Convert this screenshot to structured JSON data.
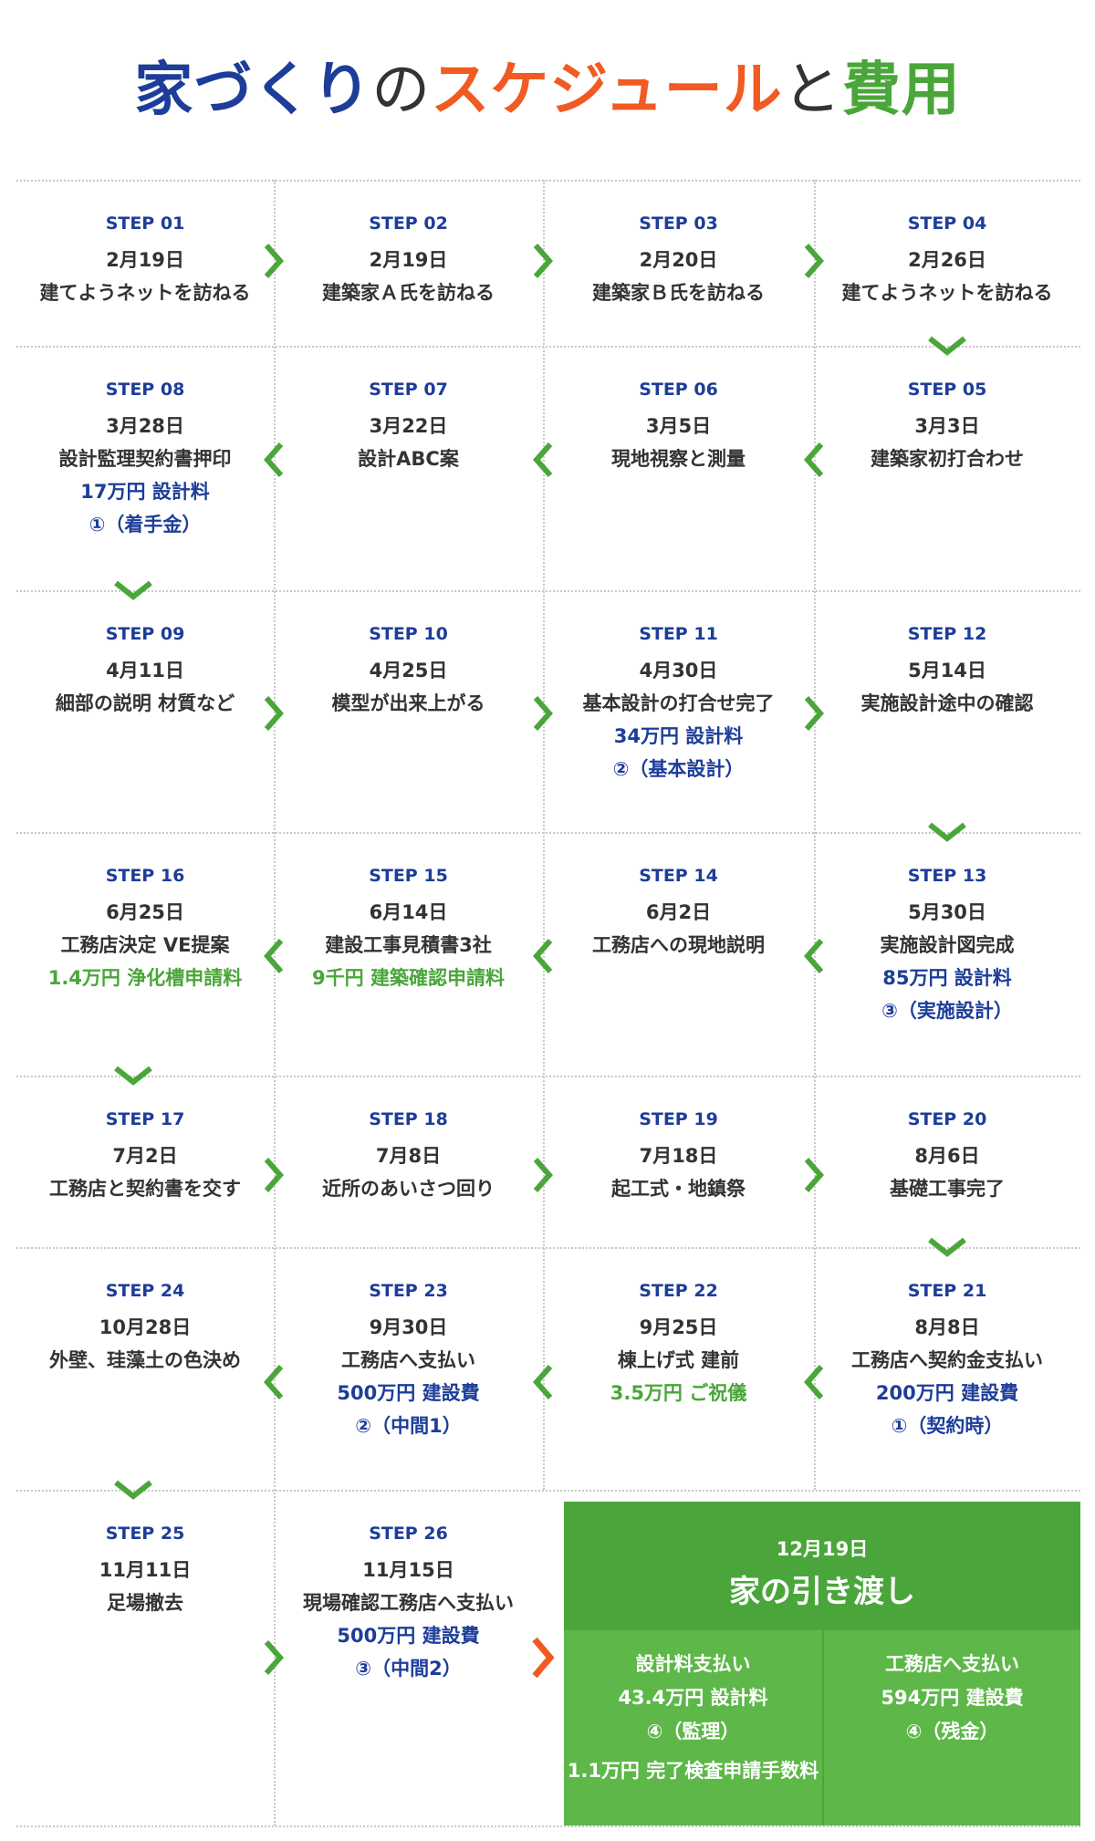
{
  "title": {
    "part1": "家づくり",
    "part2": "の",
    "part3": "スケジュール",
    "part4": "と",
    "part5": "費用"
  },
  "steps": [
    {
      "step": "STEP 01",
      "lines": [
        "2月19日",
        "建てようネットを訪ねる"
      ]
    },
    {
      "step": "STEP 02",
      "lines": [
        "2月19日",
        "建築家Ａ氏を訪ねる"
      ]
    },
    {
      "step": "STEP 03",
      "lines": [
        "2月20日",
        "建築家Ｂ氏を訪ねる"
      ]
    },
    {
      "step": "STEP 04",
      "lines": [
        "2月26日",
        "建てようネットを訪ねる"
      ]
    },
    {
      "step": "STEP 05",
      "lines": [
        "3月3日",
        "建築家初打合わせ"
      ]
    },
    {
      "step": "STEP 06",
      "lines": [
        "3月5日",
        "現地視察と測量"
      ]
    },
    {
      "step": "STEP 07",
      "lines": [
        "3月22日",
        "設計ABC案"
      ]
    },
    {
      "step": "STEP 08",
      "lines": [
        "3月28日",
        "設計監理契約書押印"
      ],
      "fee": [
        "17万円 設計料",
        "①（着手金）"
      ]
    },
    {
      "step": "STEP 09",
      "lines": [
        "4月11日",
        "細部の説明 材質など"
      ]
    },
    {
      "step": "STEP 10",
      "lines": [
        "4月25日",
        "模型が出来上がる"
      ]
    },
    {
      "step": "STEP 11",
      "lines": [
        "4月30日",
        "基本設計の打合せ完了"
      ],
      "fee": [
        "34万円 設計料",
        "②（基本設計）"
      ]
    },
    {
      "step": "STEP 12",
      "lines": [
        "5月14日",
        "実施設計途中の確認"
      ]
    },
    {
      "step": "STEP 13",
      "lines": [
        "5月30日",
        "実施設計図完成"
      ],
      "fee": [
        "85万円 設計料",
        "③（実施設計）"
      ]
    },
    {
      "step": "STEP 14",
      "lines": [
        "6月2日",
        "工務店への現地説明"
      ]
    },
    {
      "step": "STEP 15",
      "lines": [
        "6月14日",
        "建設工事見積書3社"
      ],
      "fee_green": [
        "9千円 建築確認申請料"
      ]
    },
    {
      "step": "STEP 16",
      "lines": [
        "6月25日",
        "工務店決定 VE提案"
      ],
      "fee_green": [
        "1.4万円 浄化槽申請料"
      ]
    },
    {
      "step": "STEP 17",
      "lines": [
        "7月2日",
        "工務店と契約書を交す"
      ]
    },
    {
      "step": "STEP 18",
      "lines": [
        "7月8日",
        "近所のあいさつ回り"
      ]
    },
    {
      "step": "STEP 19",
      "lines": [
        "7月18日",
        "起工式・地鎮祭"
      ]
    },
    {
      "step": "STEP 20",
      "lines": [
        "8月6日",
        "基礎工事完了"
      ]
    },
    {
      "step": "STEP 21",
      "lines": [
        "8月8日",
        "工務店へ契約金支払い"
      ],
      "fee": [
        "200万円 建設費",
        "①（契約時）"
      ]
    },
    {
      "step": "STEP 22",
      "lines": [
        "9月25日",
        "棟上げ式 建前"
      ],
      "fee_green": [
        "3.5万円 ご祝儀"
      ]
    },
    {
      "step": "STEP 23",
      "lines": [
        "9月30日",
        "工務店へ支払い"
      ],
      "fee": [
        "500万円 建設費",
        "②（中間1）"
      ]
    },
    {
      "step": "STEP 24",
      "lines": [
        "10月28日",
        "外壁、珪藻土の色決め"
      ]
    },
    {
      "step": "STEP 25",
      "lines": [
        "11月11日",
        "足場撤去"
      ]
    },
    {
      "step": "STEP 26",
      "lines": [
        "11月15日",
        "現場確認工務店へ支払い"
      ],
      "fee": [
        "500万円 建設費",
        "③（中間2）"
      ]
    }
  ],
  "final": {
    "date": "12月19日",
    "title": "家の引き渡し",
    "left": [
      "設計料支払い",
      "43.4万円 設計料",
      "④（監理）",
      "1.1万円 完了検査申請手数料"
    ],
    "right": [
      "工務店へ支払い",
      "594万円 建設費",
      "④（残金）"
    ]
  },
  "colors": {
    "blue": "#1d3d99",
    "green": "#4aa63a",
    "final_green": "#5eb749",
    "orange": "#f15a22",
    "text": "#333333"
  },
  "icons": {
    "arrow": "chevron-icon",
    "final_arrow": "chevron-right-icon"
  }
}
